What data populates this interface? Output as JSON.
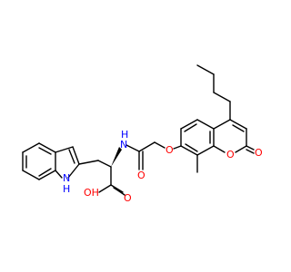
{
  "colors": {
    "bond": "#000000",
    "oxygen": "#FF0000",
    "nitrogen": "#0000FF",
    "background": "#FFFFFF"
  },
  "atoms": {
    "indole_n": {
      "element": "N",
      "h": "H",
      "text": "N",
      "h_text": "H"
    },
    "amide_n": {
      "element": "N",
      "h": "H",
      "text": "N",
      "h_text": "H"
    },
    "acid_oh": {
      "element": "O",
      "text": "OH"
    },
    "acid_o": {
      "element": "O",
      "text": "O"
    },
    "amide_o": {
      "element": "O",
      "text": "O"
    },
    "ether_o": {
      "element": "O",
      "text": "O"
    },
    "ring_o": {
      "element": "O",
      "text": "O"
    },
    "lactone_o": {
      "element": "O",
      "text": "O"
    }
  }
}
